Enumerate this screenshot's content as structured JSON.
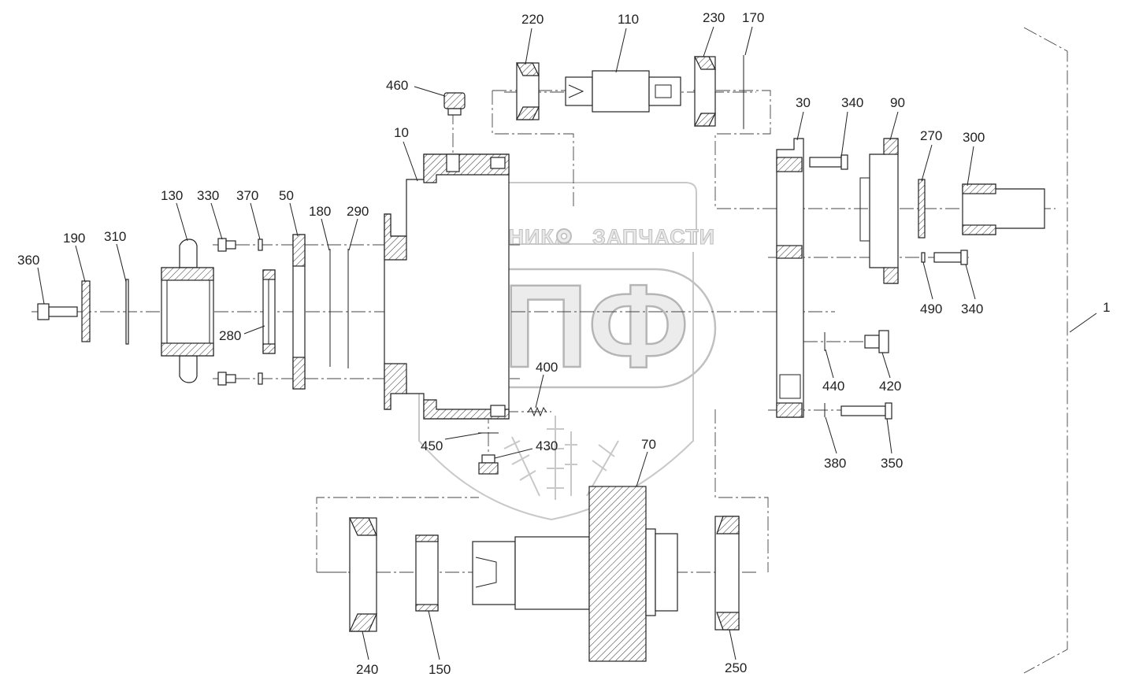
{
  "colors": {
    "line": "#222222",
    "watermark_fill": "#ececec",
    "watermark_stroke": "#b5b5b5",
    "background": "#ffffff"
  },
  "watermark": {
    "top_left": "ТЕХНИКА",
    "top_right": "ЗАПЧАСТИ",
    "big": "ЭПФ",
    "icon": "gear-icon"
  },
  "callouts": {
    "c220": "220",
    "c110": "110",
    "c230": "230",
    "c170": "170",
    "c460": "460",
    "c10": "10",
    "c30": "30",
    "c340a": "340",
    "c90": "90",
    "c270": "270",
    "c300": "300",
    "c130": "130",
    "c330": "330",
    "c370": "370",
    "c50": "50",
    "c180": "180",
    "c290": "290",
    "c190": "190",
    "c310": "310",
    "c360": "360",
    "c280": "280",
    "c490": "490",
    "c340b": "340",
    "c1": "1",
    "c400": "400",
    "c440": "440",
    "c420": "420",
    "c450": "450",
    "c430": "430",
    "c70": "70",
    "c380": "380",
    "c350": "350",
    "c240": "240",
    "c150": "150",
    "c250": "250"
  }
}
